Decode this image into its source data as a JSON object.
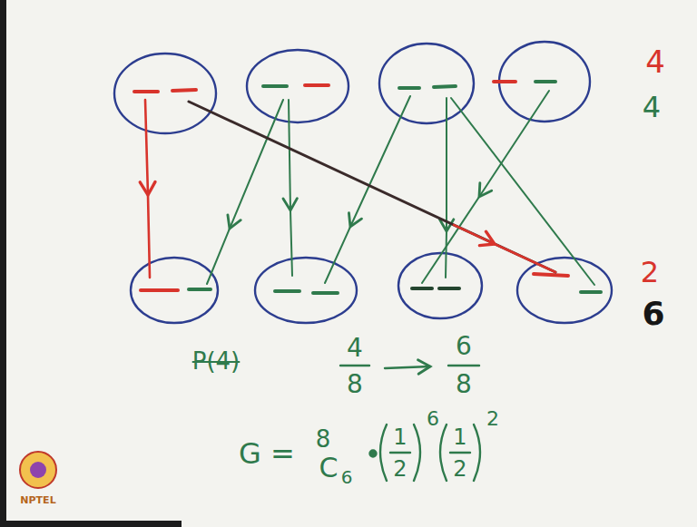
{
  "diagram": {
    "labels": [
      "4",
      "4",
      "2",
      "6",
      "P(4)",
      "4",
      "8",
      "6",
      "8",
      "G =",
      "8",
      "C",
      "6",
      "1",
      "2",
      "6",
      "1",
      "2",
      "2",
      "NPTEL"
    ]
  }
}
